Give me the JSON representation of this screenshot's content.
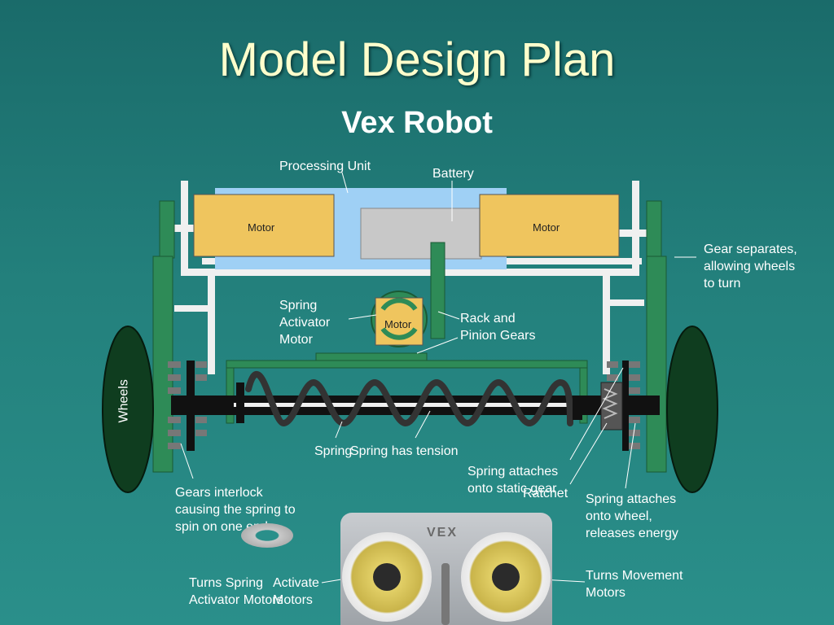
{
  "slide": {
    "title": "Model Design Plan",
    "subtitle": "Vex Robot"
  },
  "diagram": {
    "motor_left": "Motor",
    "motor_right": "Motor",
    "motor_center": "Motor",
    "wheels": "Wheels"
  },
  "labels": {
    "processing_unit": "Processing Unit",
    "battery": "Battery",
    "gear_separates": [
      "Gear separates,",
      "allowing wheels",
      "to turn"
    ],
    "spring_activator_motor": [
      "Spring",
      "Activator",
      "Motor"
    ],
    "rack_pinion": [
      "Rack and",
      "Pinion Gears"
    ],
    "spring": "Spring",
    "spring_has_tension": "Spring has tension",
    "spring_attaches_static": [
      "Spring attaches",
      "onto static gear"
    ],
    "ratchet": "Ratchet",
    "gears_interlock": [
      "Gears interlock",
      "causing the spring to",
      "spin on one end"
    ],
    "spring_attaches_wheel": [
      "Spring attaches",
      "onto wheel,",
      "releases energy"
    ],
    "turns_spring_activator": [
      "Turns Spring",
      "Activator Motors"
    ],
    "activate_motors": [
      "Activate",
      "Motors"
    ],
    "turns_movement": [
      "Turns Movement",
      "Motors"
    ]
  },
  "remote": {
    "logo": "VEX"
  },
  "colors": {
    "background": "#23807c",
    "title": "#ffffcc",
    "motor_fill": "#efc55e",
    "green_part": "#2e8b57",
    "dark_wheel": "#0f3d1f",
    "processing_unit": "#9fd0f5",
    "battery": "#c8c8c8"
  }
}
